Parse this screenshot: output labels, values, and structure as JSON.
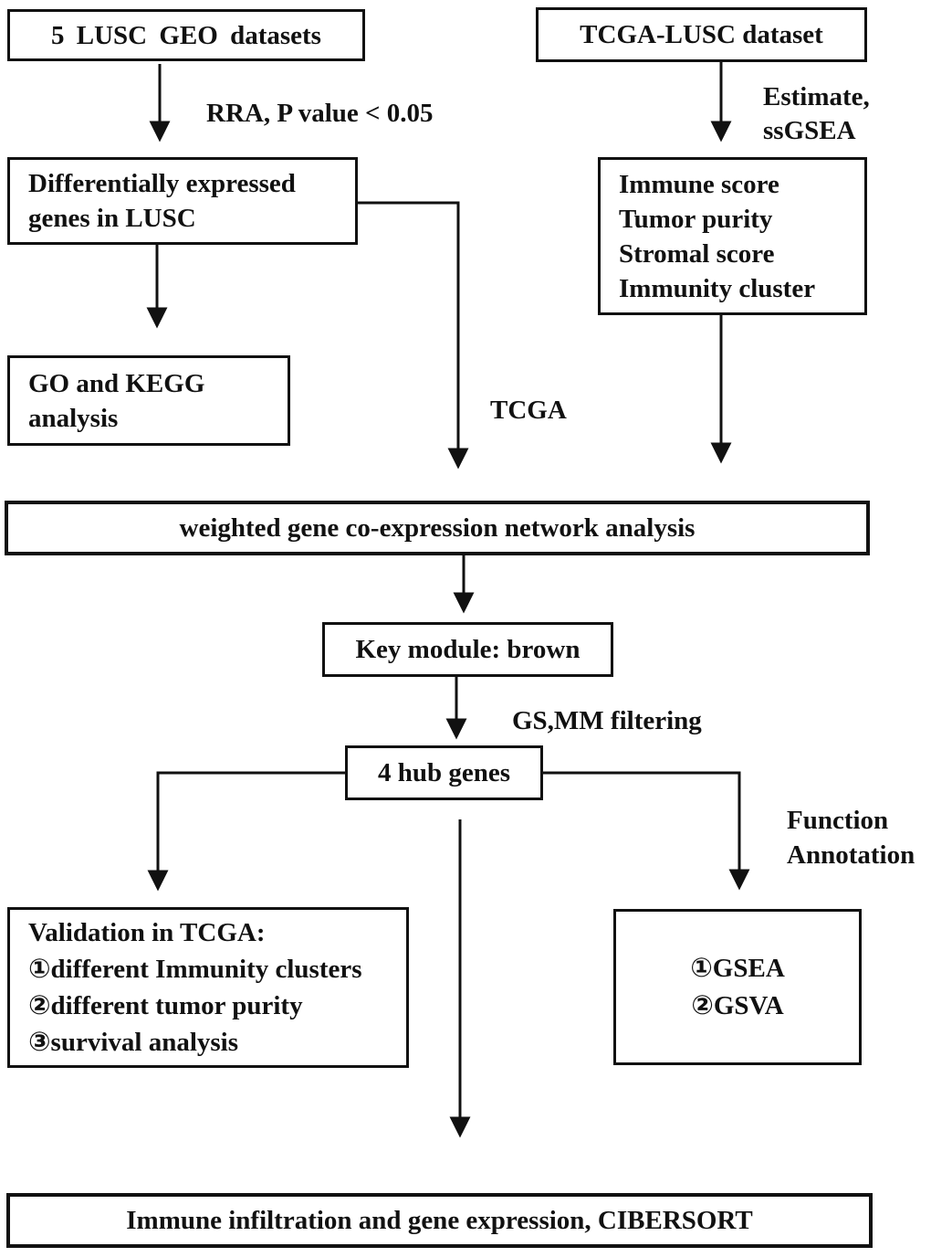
{
  "boxes": {
    "geo": {
      "label": "5 LUSC GEO datasets"
    },
    "tcga": {
      "label": "TCGA-LUSC dataset"
    },
    "deg": {
      "lines": [
        "Differentially expressed",
        "genes in LUSC"
      ]
    },
    "estimate_results": {
      "lines": [
        "Immune score",
        "Tumor purity",
        "Stromal score",
        "Immunity cluster"
      ]
    },
    "go_kegg": {
      "lines": [
        "GO and KEGG",
        "analysis"
      ]
    },
    "wgcna": {
      "label": "weighted gene co-expression network analysis"
    },
    "key_module": {
      "label": "Key module: brown"
    },
    "hub_genes": {
      "label": "4 hub genes"
    },
    "validation": {
      "lines": [
        "Validation in TCGA:",
        "①different Immunity clusters",
        "②different tumor purity",
        "③survival analysis"
      ]
    },
    "annotation_methods": {
      "lines": [
        "①GSEA",
        "②GSVA"
      ]
    },
    "cibersort": {
      "label": "Immune infiltration and gene expression, CIBERSORT"
    }
  },
  "edge_labels": {
    "rra": "RRA, P value < 0.05",
    "estimate": {
      "lines": [
        "Estimate,",
        "ssGSEA"
      ]
    },
    "tcga": "TCGA",
    "gs_mm": "GS,MM filtering",
    "function_annotation": {
      "lines": [
        "Function",
        "Annotation"
      ]
    }
  },
  "colors": {
    "ink": "#111111",
    "background": "#ffffff"
  }
}
